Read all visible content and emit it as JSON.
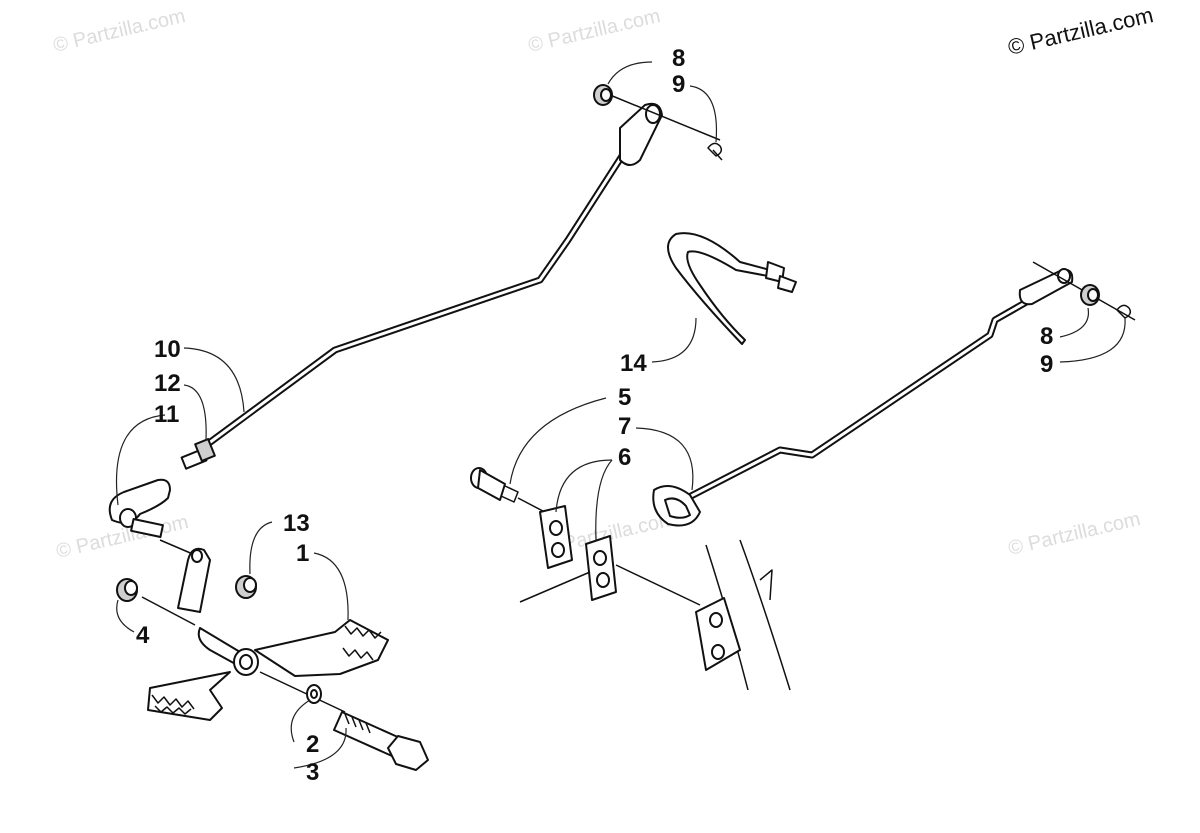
{
  "watermarks": {
    "corner": "© Partzilla.com",
    "faint": "© Partzilla.com"
  },
  "callouts": {
    "c1": "1",
    "c2": "2",
    "c3": "3",
    "c4": "4",
    "c5": "5",
    "c6": "6",
    "c7": "7",
    "c8_top": "8",
    "c9_top": "9",
    "c8_right": "8",
    "c9_right": "9",
    "c10": "10",
    "c11": "11",
    "c12": "12",
    "c13": "13",
    "c14": "14"
  }
}
